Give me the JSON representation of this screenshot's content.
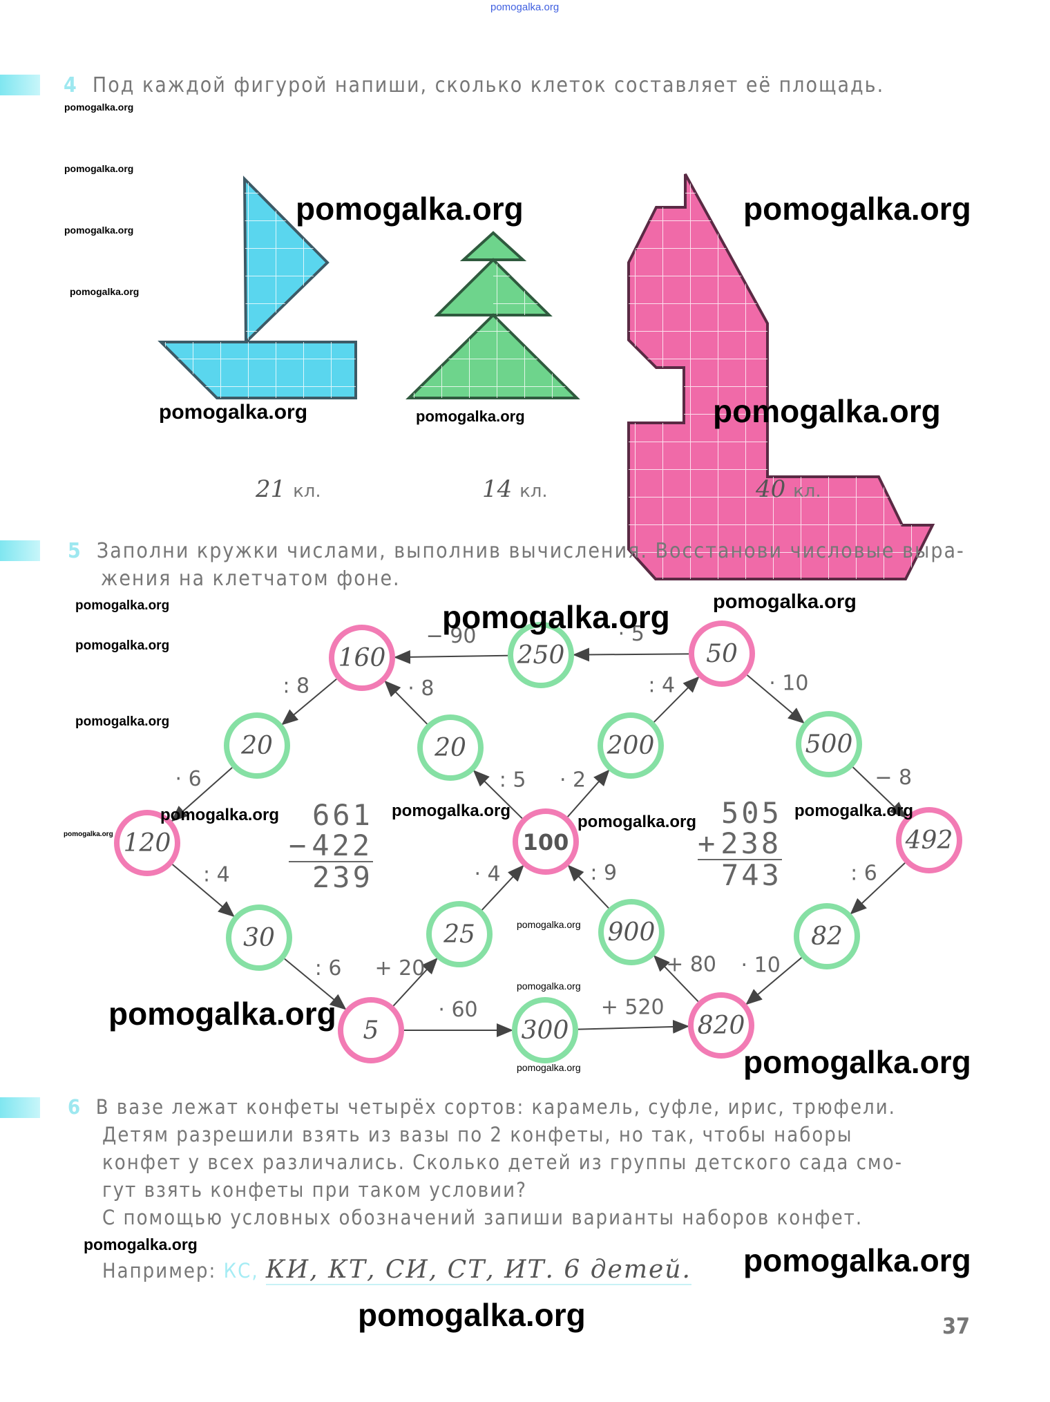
{
  "header_watermark": "pomogalka.org",
  "task4": {
    "number": "4",
    "text": "Под каждой фигурой напиши, сколько клеток составляет её площадь.",
    "answers": [
      {
        "value": "21",
        "unit": "кл."
      },
      {
        "value": "14",
        "unit": "кл."
      },
      {
        "value": "40",
        "unit": "кл."
      }
    ],
    "colors": {
      "boat": "#5ad6ee",
      "tree": "#6ed48c",
      "shape": "#f06aa8"
    }
  },
  "task5": {
    "number": "5",
    "line1": "Заполни кружки числами, выполнив вычисления. Восстанови числовые выра-",
    "line2": "жения на клетчатом фоне.",
    "nodes": [
      {
        "id": "n160",
        "value": "160",
        "color": "pink"
      },
      {
        "id": "n250",
        "value": "250",
        "color": "green"
      },
      {
        "id": "n50",
        "value": "50",
        "color": "pink"
      },
      {
        "id": "n20a",
        "value": "20",
        "color": "green"
      },
      {
        "id": "n20b",
        "value": "20",
        "color": "green"
      },
      {
        "id": "n200",
        "value": "200",
        "color": "green"
      },
      {
        "id": "n500",
        "value": "500",
        "color": "green"
      },
      {
        "id": "n120",
        "value": "120",
        "color": "pink"
      },
      {
        "id": "n100",
        "value": "100",
        "color": "pink"
      },
      {
        "id": "n492",
        "value": "492",
        "color": "pink"
      },
      {
        "id": "n30",
        "value": "30",
        "color": "green"
      },
      {
        "id": "n25",
        "value": "25",
        "color": "green"
      },
      {
        "id": "n900",
        "value": "900",
        "color": "green"
      },
      {
        "id": "n82",
        "value": "82",
        "color": "green"
      },
      {
        "id": "n5",
        "value": "5",
        "color": "pink"
      },
      {
        "id": "n300",
        "value": "300",
        "color": "green"
      },
      {
        "id": "n820",
        "value": "820",
        "color": "pink"
      }
    ],
    "edges": [
      {
        "from": "n50",
        "to": "n250",
        "label": "· 5"
      },
      {
        "from": "n250",
        "to": "n160",
        "label": "− 90"
      },
      {
        "from": "n160",
        "to": "n20a",
        "label": ": 8"
      },
      {
        "from": "n20b",
        "to": "n160",
        "label": "· 8"
      },
      {
        "from": "n200",
        "to": "n50",
        "label": ": 4"
      },
      {
        "from": "n50",
        "to": "n500",
        "label": "· 10"
      },
      {
        "from": "n20a",
        "to": "n120",
        "label": "· 6"
      },
      {
        "from": "n100",
        "to": "n20b",
        "label": ": 5"
      },
      {
        "from": "n100",
        "to": "n200",
        "label": "· 2"
      },
      {
        "from": "n500",
        "to": "n492",
        "label": "− 8"
      },
      {
        "from": "n120",
        "to": "n30",
        "label": ": 4"
      },
      {
        "from": "n25",
        "to": "n100",
        "label": "· 4"
      },
      {
        "from": "n900",
        "to": "n100",
        "label": ": 9"
      },
      {
        "from": "n492",
        "to": "n82",
        "label": ": 6"
      },
      {
        "from": "n30",
        "to": "n5",
        "label": ": 6"
      },
      {
        "from": "n5",
        "to": "n25",
        "label": "+ 20"
      },
      {
        "from": "n5",
        "to": "n300",
        "label": "· 60"
      },
      {
        "from": "n300",
        "to": "n820",
        "label": "+ 520"
      },
      {
        "from": "n820",
        "to": "n900",
        "label": "+ 80"
      },
      {
        "from": "n82",
        "to": "n820",
        "label": "· 10"
      }
    ],
    "calc_left": {
      "sign": "−",
      "row1": "661",
      "row2": "422",
      "result": "239"
    },
    "calc_right": {
      "sign": "+",
      "row1": "505",
      "row2": "238",
      "result": "743"
    },
    "colors": {
      "pink": "#f27bb4",
      "green": "#86e0a4"
    }
  },
  "task6": {
    "number": "6",
    "lines": [
      "В вазе лежат конфеты четырёх сортов: карамель, суфле, ирис, трюфели.",
      "Детям разрешили взять из вазы по 2 конфеты, но так, чтобы наборы",
      "конфет у всех различались. Сколько детей из группы детского сада смо-",
      "гут взять конфеты при таком условии?",
      "С помощью условных обозначений запиши варианты наборов конфет."
    ],
    "example_label": "Например:",
    "example_given": "КС,",
    "answer": "КИ, КТ, СИ, СТ, ИТ.  6 детей."
  },
  "page_number": "37",
  "watermarks": [
    "pomogalka.org"
  ]
}
